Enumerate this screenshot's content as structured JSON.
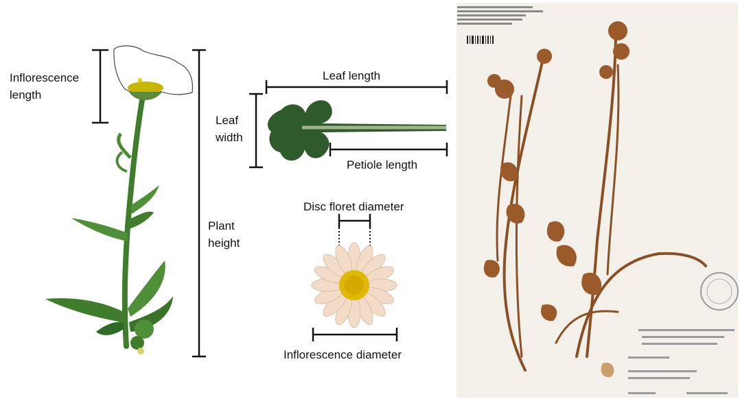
{
  "labels": {
    "inflorescence_length": [
      "Inflorescence",
      "length"
    ],
    "leaf_length": "Leaf length",
    "leaf_width": [
      "Leaf",
      "width"
    ],
    "petiole_length": "Petiole length",
    "plant_height": [
      "Plant",
      "height"
    ],
    "disc_floret_diameter": "Disc floret diameter",
    "inflorescence_diameter": "Inflorescence diameter"
  },
  "colors": {
    "stem_green": "#3f7d2c",
    "leaf_dark": "#2f5a2c",
    "petal": "#f2dcc8",
    "disc": "#e0b800",
    "herbarium_paper": "#f3f0e9",
    "dried_plant": "#8a4f24"
  }
}
